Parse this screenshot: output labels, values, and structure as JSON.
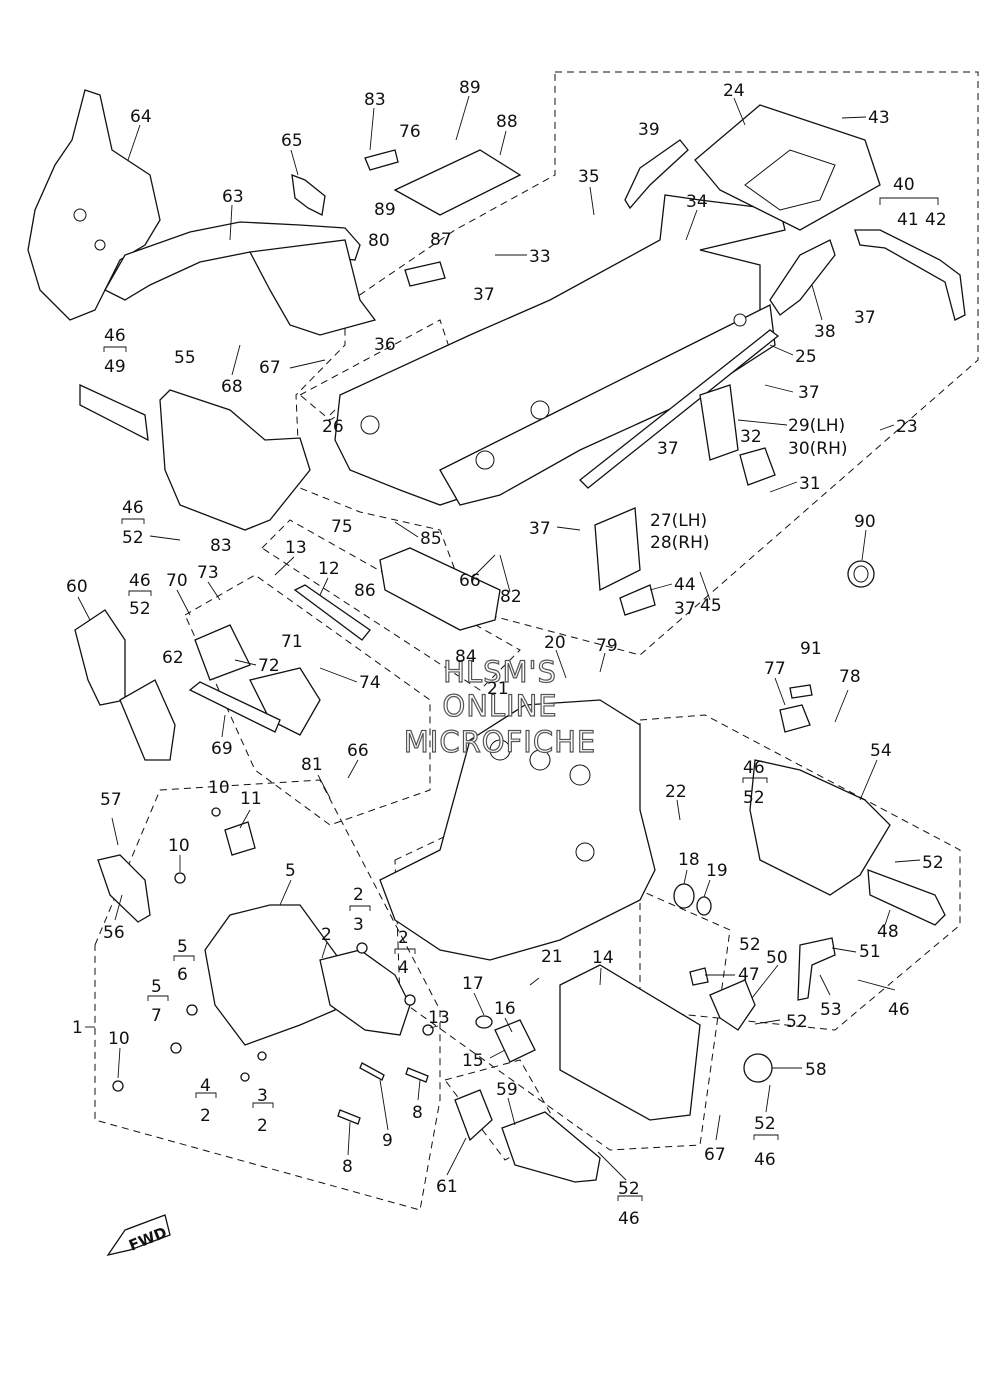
{
  "watermark": {
    "line1": "HLSM'S",
    "line2": "ONLINE",
    "line3": "MICROFICHE"
  },
  "fwd_label": "FWD",
  "callouts": [
    {
      "id": "c64",
      "text": "64"
    },
    {
      "id": "c63",
      "text": "63"
    },
    {
      "id": "c65",
      "text": "65"
    },
    {
      "id": "c83a",
      "text": "83"
    },
    {
      "id": "c76",
      "text": "76"
    },
    {
      "id": "c89a",
      "text": "89"
    },
    {
      "id": "c88",
      "text": "88"
    },
    {
      "id": "c89b",
      "text": "89"
    },
    {
      "id": "c80",
      "text": "80"
    },
    {
      "id": "c87",
      "text": "87"
    },
    {
      "id": "c39",
      "text": "39"
    },
    {
      "id": "c24",
      "text": "24"
    },
    {
      "id": "c43",
      "text": "43"
    },
    {
      "id": "c35",
      "text": "35"
    },
    {
      "id": "c34",
      "text": "34"
    },
    {
      "id": "c33",
      "text": "33"
    },
    {
      "id": "c40",
      "text": "40"
    },
    {
      "id": "c41",
      "text": "41"
    },
    {
      "id": "c42",
      "text": "42"
    },
    {
      "id": "c37a",
      "text": "37"
    },
    {
      "id": "c37b",
      "text": "37"
    },
    {
      "id": "c38",
      "text": "38"
    },
    {
      "id": "c25",
      "text": "25"
    },
    {
      "id": "c36",
      "text": "36"
    },
    {
      "id": "c46a",
      "text": "46"
    },
    {
      "id": "c49",
      "text": "49"
    },
    {
      "id": "c55",
      "text": "55"
    },
    {
      "id": "c68",
      "text": "68"
    },
    {
      "id": "c67a",
      "text": "67"
    },
    {
      "id": "c37c",
      "text": "37"
    },
    {
      "id": "c29",
      "text": "29(LH)"
    },
    {
      "id": "c30",
      "text": "30(RH)"
    },
    {
      "id": "c32",
      "text": "32"
    },
    {
      "id": "c23",
      "text": "23"
    },
    {
      "id": "c26",
      "text": "26"
    },
    {
      "id": "c37d",
      "text": "37"
    },
    {
      "id": "c31",
      "text": "31"
    },
    {
      "id": "c46b",
      "text": "46"
    },
    {
      "id": "c52a",
      "text": "52"
    },
    {
      "id": "c75",
      "text": "75"
    },
    {
      "id": "c85",
      "text": "85"
    },
    {
      "id": "c37e",
      "text": "37"
    },
    {
      "id": "c27",
      "text": "27(LH)"
    },
    {
      "id": "c28",
      "text": "28(RH)"
    },
    {
      "id": "c90",
      "text": "90"
    },
    {
      "id": "c13a",
      "text": "13"
    },
    {
      "id": "c83b",
      "text": "83"
    },
    {
      "id": "c12",
      "text": "12"
    },
    {
      "id": "c86",
      "text": "86"
    },
    {
      "id": "c66a",
      "text": "66"
    },
    {
      "id": "c82",
      "text": "82"
    },
    {
      "id": "c44",
      "text": "44"
    },
    {
      "id": "c45",
      "text": "45"
    },
    {
      "id": "c37f",
      "text": "37"
    },
    {
      "id": "c60",
      "text": "60"
    },
    {
      "id": "c46c",
      "text": "46"
    },
    {
      "id": "c52b",
      "text": "52"
    },
    {
      "id": "c70",
      "text": "70"
    },
    {
      "id": "c73",
      "text": "73"
    },
    {
      "id": "c84",
      "text": "84"
    },
    {
      "id": "c20",
      "text": "20"
    },
    {
      "id": "c79",
      "text": "79"
    },
    {
      "id": "c21a",
      "text": "21"
    },
    {
      "id": "c91",
      "text": "91"
    },
    {
      "id": "c77",
      "text": "77"
    },
    {
      "id": "c78",
      "text": "78"
    },
    {
      "id": "c62",
      "text": "62"
    },
    {
      "id": "c72",
      "text": "72"
    },
    {
      "id": "c71",
      "text": "71"
    },
    {
      "id": "c74",
      "text": "74"
    },
    {
      "id": "c69",
      "text": "69"
    },
    {
      "id": "c81",
      "text": "81"
    },
    {
      "id": "c66b",
      "text": "66"
    },
    {
      "id": "c54",
      "text": "54"
    },
    {
      "id": "c46d",
      "text": "46"
    },
    {
      "id": "c52c",
      "text": "52"
    },
    {
      "id": "c57",
      "text": "57"
    },
    {
      "id": "c10a",
      "text": "10"
    },
    {
      "id": "c11",
      "text": "11"
    },
    {
      "id": "c22",
      "text": "22"
    },
    {
      "id": "c10b",
      "text": "10"
    },
    {
      "id": "c18",
      "text": "18"
    },
    {
      "id": "c19",
      "text": "19"
    },
    {
      "id": "c52d",
      "text": "52"
    },
    {
      "id": "c48",
      "text": "48"
    },
    {
      "id": "c56",
      "text": "56"
    },
    {
      "id": "c5a",
      "text": "5"
    },
    {
      "id": "c2a",
      "text": "2"
    },
    {
      "id": "c3a",
      "text": "3"
    },
    {
      "id": "c2b",
      "text": "2"
    },
    {
      "id": "c2c",
      "text": "2"
    },
    {
      "id": "c4a",
      "text": "4"
    },
    {
      "id": "c5b",
      "text": "5"
    },
    {
      "id": "c6",
      "text": "6"
    },
    {
      "id": "c14",
      "text": "14"
    },
    {
      "id": "c21b",
      "text": "21"
    },
    {
      "id": "c17",
      "text": "17"
    },
    {
      "id": "c52e",
      "text": "52"
    },
    {
      "id": "c51",
      "text": "51"
    },
    {
      "id": "c47",
      "text": "47"
    },
    {
      "id": "c50",
      "text": "50"
    },
    {
      "id": "c5c",
      "text": "5"
    },
    {
      "id": "c7",
      "text": "7"
    },
    {
      "id": "c16",
      "text": "16"
    },
    {
      "id": "c53",
      "text": "53"
    },
    {
      "id": "c46e",
      "text": "46"
    },
    {
      "id": "c52f",
      "text": "52"
    },
    {
      "id": "c1",
      "text": "1"
    },
    {
      "id": "c13b",
      "text": "13"
    },
    {
      "id": "c15",
      "text": "15"
    },
    {
      "id": "c58",
      "text": "58"
    },
    {
      "id": "c10c",
      "text": "10"
    },
    {
      "id": "c4b",
      "text": "4"
    },
    {
      "id": "c2d",
      "text": "2"
    },
    {
      "id": "c3b",
      "text": "3"
    },
    {
      "id": "c2e",
      "text": "2"
    },
    {
      "id": "c8a",
      "text": "8"
    },
    {
      "id": "c9",
      "text": "9"
    },
    {
      "id": "c59",
      "text": "59"
    },
    {
      "id": "c52g",
      "text": "52"
    },
    {
      "id": "c46f",
      "text": "46"
    },
    {
      "id": "c67b",
      "text": "67"
    },
    {
      "id": "c8b",
      "text": "8"
    },
    {
      "id": "c61",
      "text": "61"
    },
    {
      "id": "c52h",
      "text": "52"
    },
    {
      "id": "c46g",
      "text": "46"
    }
  ]
}
